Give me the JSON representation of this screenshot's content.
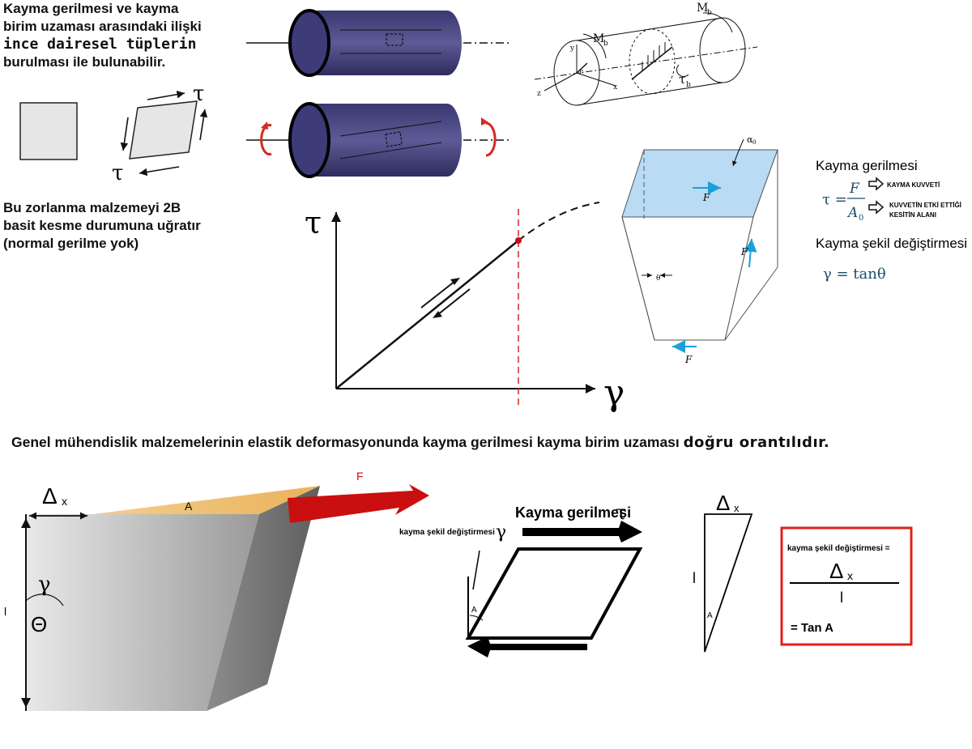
{
  "intro": {
    "line1": "Kayma gerilmesi ve kayma",
    "line2": "birim uzaması arasındaki ilişki",
    "line3": "ince dairesel tüplerin",
    "line4": "burulması ile bulunabilir."
  },
  "note": {
    "line1": "Bu zorlanma malzemeyi 2B",
    "line2": "basit kesme durumuna uğratır",
    "line3": "(normal gerilme yok)"
  },
  "banner": {
    "text": "Genel mühendislik malzemelerinin elastik  deformasyonunda kayma gerilmesi kayma birim uzaması ",
    "emph": "doğru orantılıdır."
  },
  "symbols": {
    "tau": "τ",
    "gamma": "γ",
    "theta": "Θ",
    "delta_x": "Δ",
    "x_sub": "x",
    "l": "l",
    "A": "A",
    "F": "F",
    "Mb": "M",
    "b_sub": "b",
    "r": "r",
    "x_axis": "x",
    "y_axis": "y",
    "z_axis": "z",
    "alpha0": "α",
    "zero_sub": "0",
    "theta_small": "θ"
  },
  "formula_panel": {
    "title1": "Kayma gerilmesi",
    "eq_tau": "τ =",
    "num": "F",
    "den": "A",
    "den_sub": "0",
    "arrow1_label": "KAYMA KUVVETİ",
    "arrow2_label_1": "KUVVETİN ETKİ ETTİĞİ",
    "arrow2_label_2": "KESİTİN ALANI",
    "title2": "Kayma şekil değiştirmesi",
    "eq_gamma": "γ = tanθ"
  },
  "bottom_right": {
    "stress_label": "Kayma gerilmesi",
    "tau": "τ",
    "strain_label": "kayma şekil değiştirmesi",
    "gamma": "γ",
    "A": "A",
    "l": "l",
    "box_title": "kayma şekil değiştirmesi =",
    "box_num": "Δ",
    "box_num_sub": "x",
    "box_den": "l",
    "box_tan": "= Tan A"
  }
}
